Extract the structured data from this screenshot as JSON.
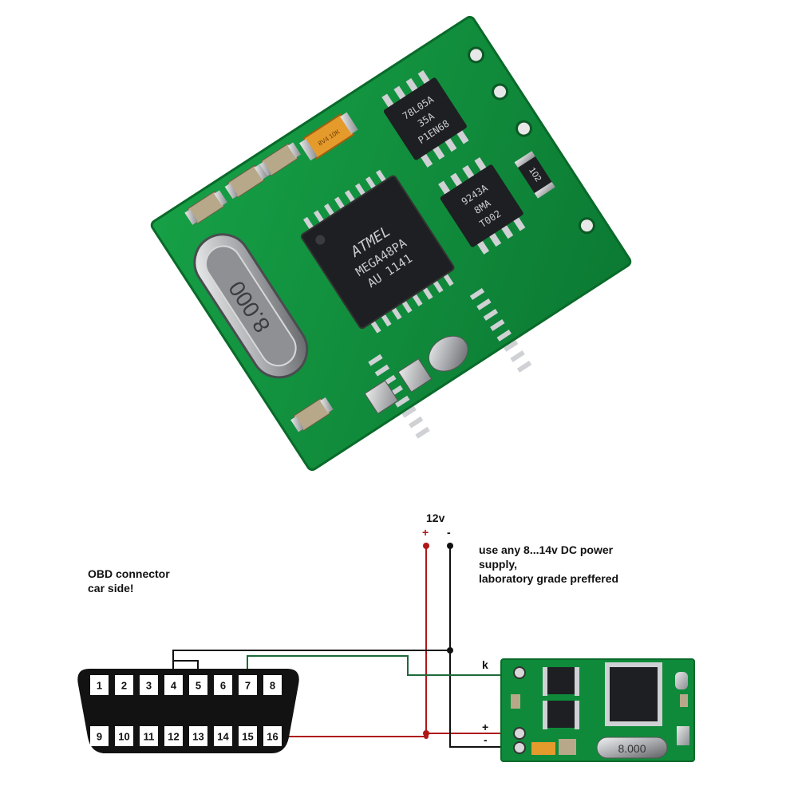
{
  "board": {
    "crystal_label": "8.000",
    "regulator_lines": [
      "78L05A",
      "35A",
      "P1EN68"
    ],
    "eeprom_lines": [
      "9243A",
      "8MA",
      "T002"
    ],
    "mcu_brand": "ATMEL",
    "mcu_lines": [
      "MEGA48PA",
      "AU 1141"
    ],
    "resistor_label": "102",
    "tantalum_label": "8V4 10K"
  },
  "schematic": {
    "supply_voltage_label": "12v",
    "supply_plus_label": "+",
    "supply_minus_label": "-",
    "note_lines": [
      "use any 8...14v DC power",
      "supply,",
      "laboratory grade preffered"
    ],
    "connector_lines": [
      "OBD connector",
      "car side!"
    ],
    "obd_pins_top": [
      "1",
      "2",
      "3",
      "4",
      "5",
      "6",
      "7",
      "8"
    ],
    "obd_pins_bottom": [
      "9",
      "10",
      "11",
      "12",
      "13",
      "14",
      "15",
      "16"
    ],
    "module_k_label": "k",
    "module_plus_label": "+",
    "module_minus_label": "-",
    "module_crystal_label": "8.000"
  },
  "colors": {
    "pcb_green": "#0f8a3a",
    "pcb_dark": "#0a6a2a",
    "chip_black": "#1e1f22",
    "wire_red": "#b01818",
    "wire_black": "#111111",
    "wire_green": "#1e6a3a"
  }
}
